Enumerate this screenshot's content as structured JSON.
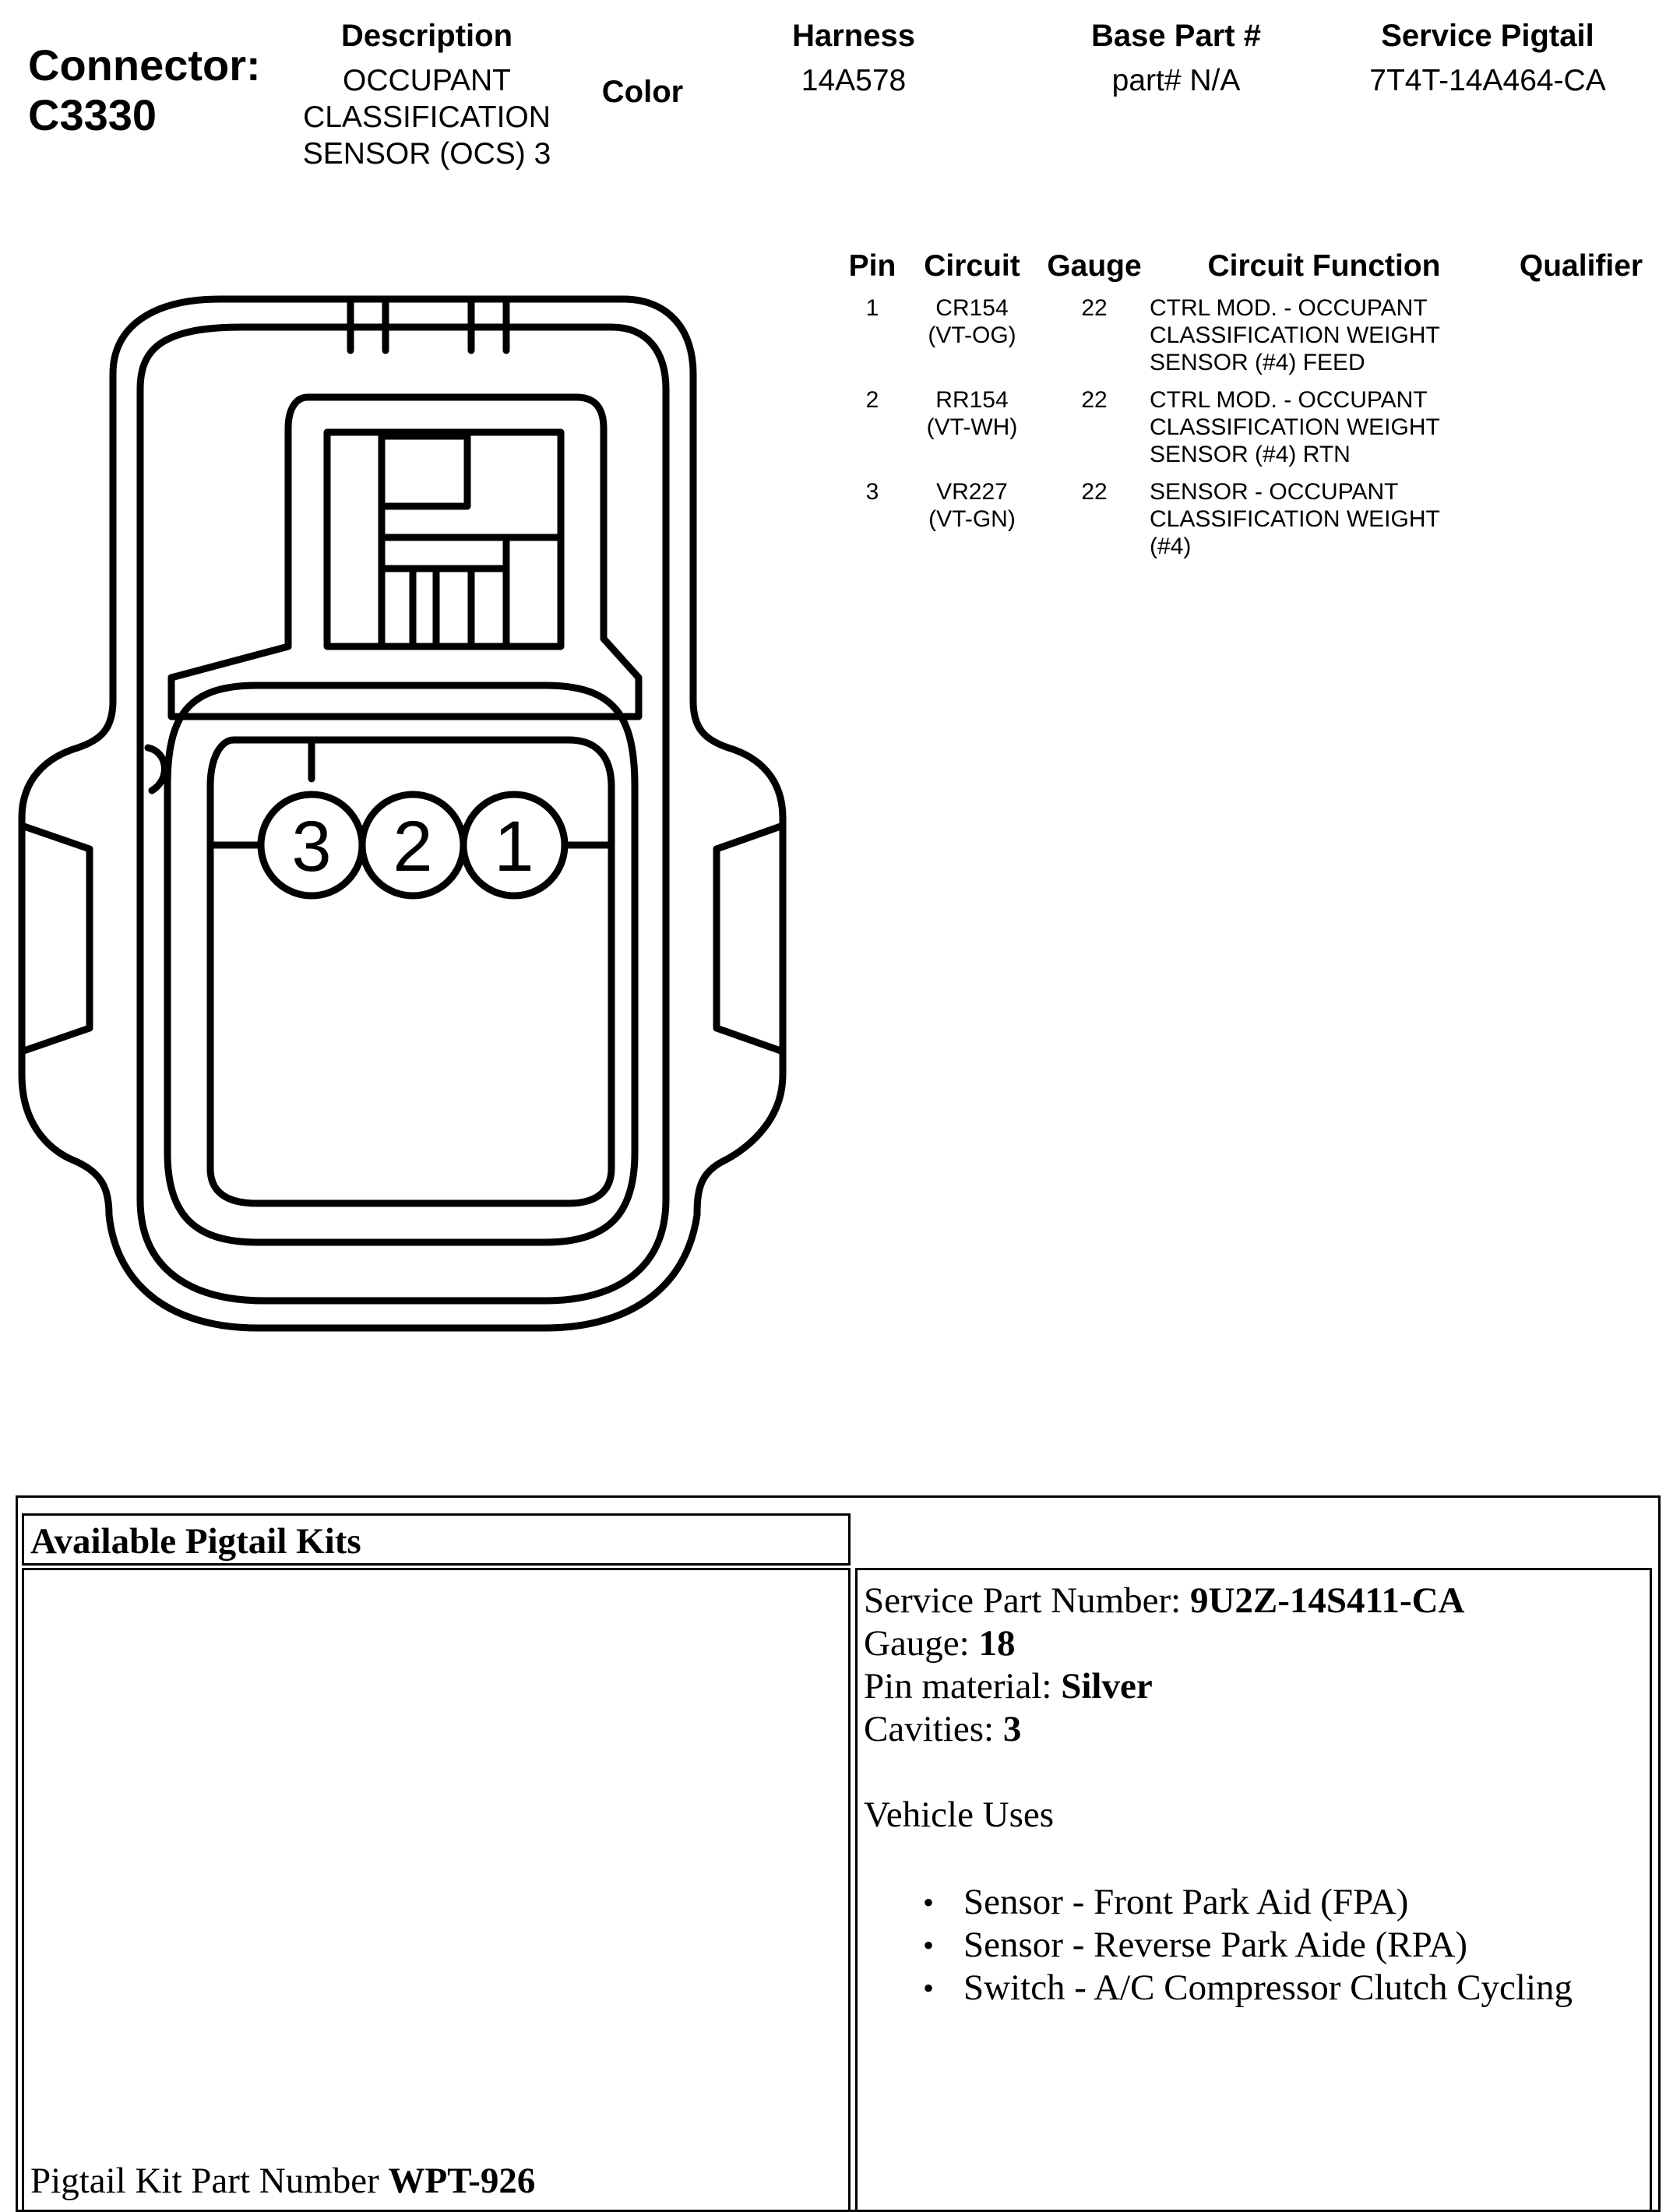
{
  "header": {
    "connector_label": "Connector:",
    "connector_id": "C3330",
    "color_label": "Color",
    "columns": [
      {
        "head": "Description",
        "value_lines": [
          "OCCUPANT",
          "CLASSIFICATION",
          "SENSOR (OCS) 3"
        ]
      },
      {
        "head": "Harness",
        "value_lines": [
          "14A578"
        ]
      },
      {
        "head": "Base Part #",
        "value_lines": [
          "part# N/A"
        ]
      },
      {
        "head": "Service Pigtail",
        "value_lines": [
          "7T4T-14A464-CA"
        ]
      }
    ]
  },
  "pin_table": {
    "headers": {
      "pin": "Pin",
      "circuit": "Circuit",
      "gauge": "Gauge",
      "function": "Circuit Function",
      "qualifier": "Qualifier"
    },
    "rows": [
      {
        "pin": "1",
        "circuit": "CR154",
        "color": "(VT-OG)",
        "gauge": "22",
        "function_lines": [
          "CTRL MOD. - OCCUPANT",
          "CLASSIFICATION WEIGHT",
          "SENSOR (#4) FEED"
        ]
      },
      {
        "pin": "2",
        "circuit": "RR154",
        "color": "(VT-WH)",
        "gauge": "22",
        "function_lines": [
          "CTRL MOD. - OCCUPANT",
          "CLASSIFICATION WEIGHT",
          "SENSOR (#4) RTN"
        ]
      },
      {
        "pin": "3",
        "circuit": "VR227",
        "color": "(VT-GN)",
        "gauge": "22",
        "function_lines": [
          "SENSOR - OCCUPANT",
          "CLASSIFICATION WEIGHT",
          "(#4)"
        ]
      }
    ]
  },
  "connector_diagram": {
    "cavity_labels": [
      "3",
      "2",
      "1"
    ]
  },
  "pigtail_kits": {
    "title": "Available Pigtail Kits",
    "kit_part_label": "Pigtail Kit Part Number ",
    "kit_part_number": "WPT-926",
    "details": {
      "service_part_label": "Service Part Number: ",
      "service_part_value": "9U2Z-14S411-CA",
      "gauge_label": "Gauge: ",
      "gauge_value": "18",
      "pin_material_label": "Pin material: ",
      "pin_material_value": "Silver",
      "cavities_label": "Cavities: ",
      "cavities_value": "3",
      "vehicle_uses_label": "Vehicle Uses",
      "vehicle_uses": [
        "Sensor - Front Park Aid (FPA)",
        "Sensor - Reverse Park Aide (RPA)",
        "Switch - A/C Compressor Clutch Cycling"
      ]
    }
  }
}
